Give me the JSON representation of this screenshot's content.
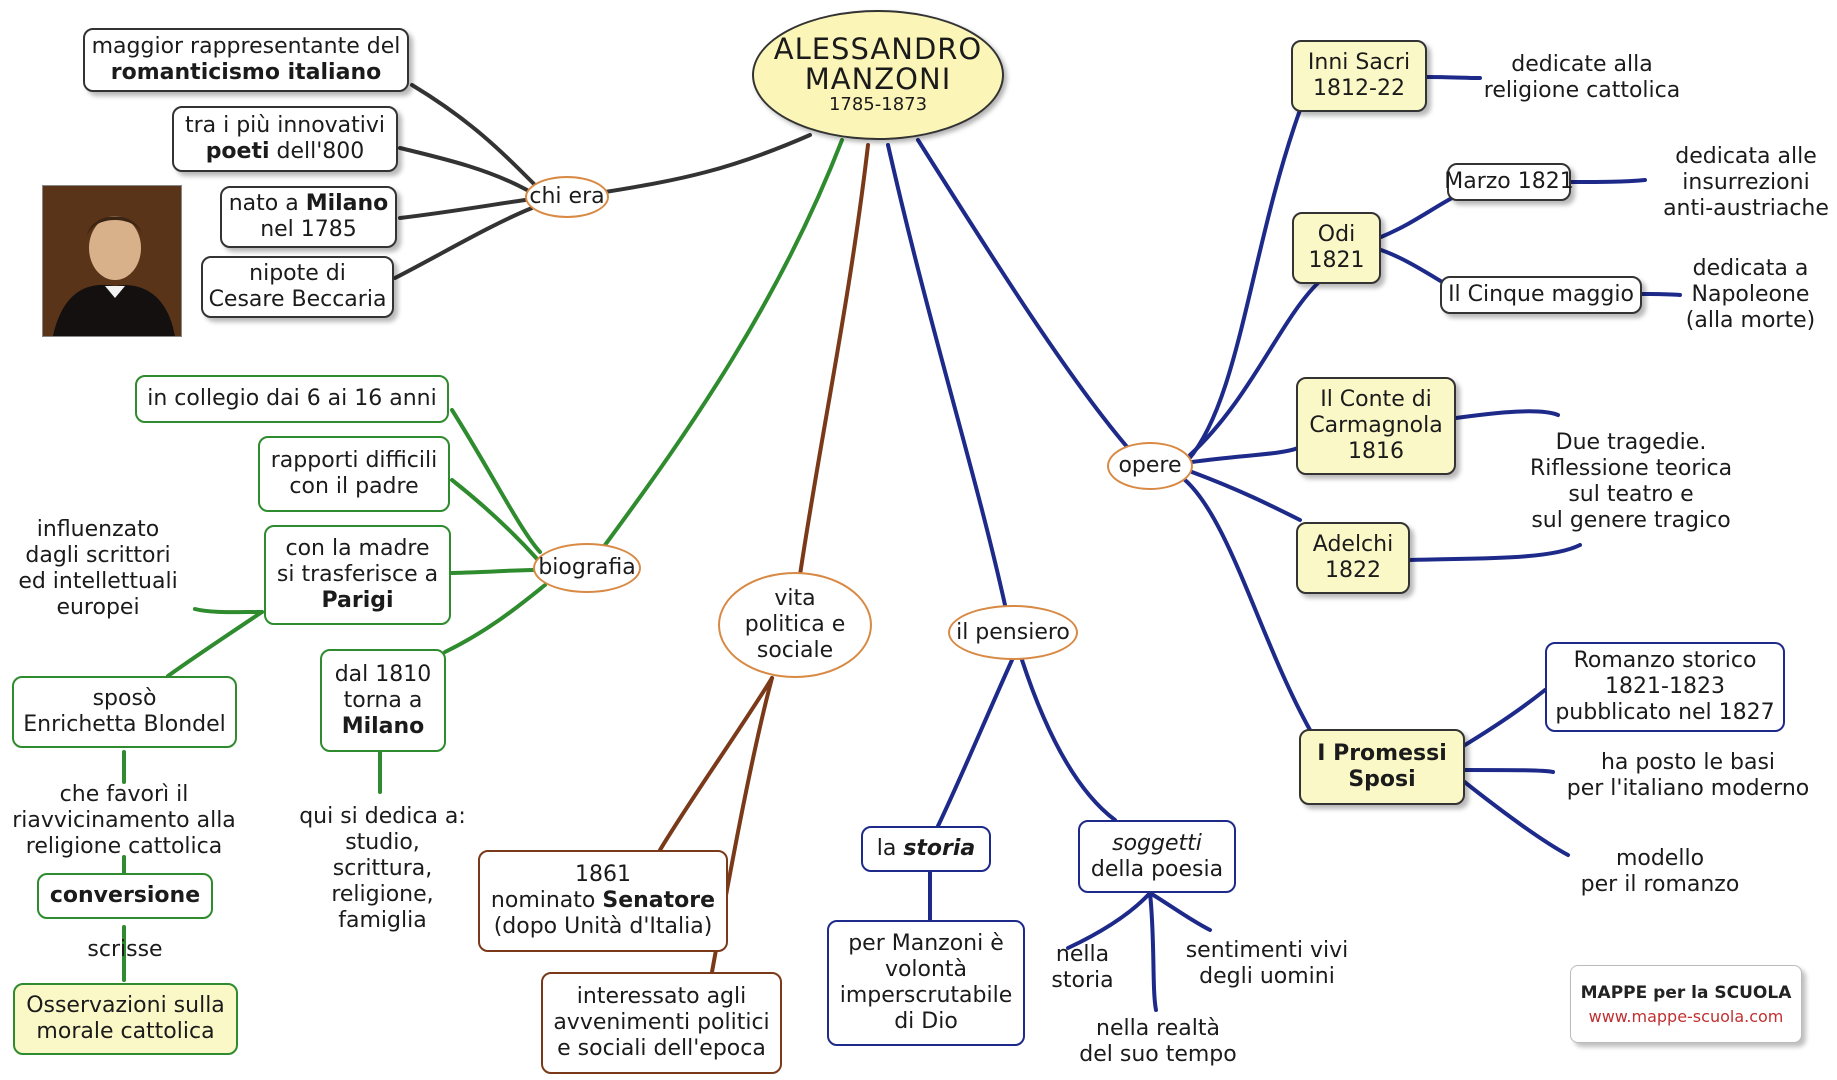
{
  "center": {
    "line1": "ALESSANDRO",
    "line2": "MANZONI",
    "years": "1785-1873"
  },
  "chi_era": {
    "label": "chi era",
    "items": {
      "rappresentante": {
        "l1": "maggior rappresentante del",
        "l2": "romanticismo italiano"
      },
      "innovativi": {
        "l1": "tra i più innovativi",
        "l2a": "poeti",
        "l2b": " dell'800"
      },
      "nato": {
        "l1a": "nato a ",
        "l1b": "Milano",
        "l2": "nel 1785"
      },
      "nipote": {
        "l1": "nipote di",
        "l2": "Cesare Beccaria"
      }
    }
  },
  "biografia": {
    "label": "biografia",
    "collegio": "in collegio dai 6 ai 16 anni",
    "rapporti": {
      "l1": "rapporti difficili",
      "l2": "con il padre"
    },
    "parigi": {
      "l1": "con la madre",
      "l2": "si trasferisce a",
      "l3": "Parigi"
    },
    "influenzato": {
      "l1": "influenzato",
      "l2": "dagli scrittori",
      "l3": "ed intellettuali",
      "l4": "europei"
    },
    "sposo": {
      "l1": "sposò",
      "l2": "Enrichetta Blondel"
    },
    "favori": {
      "l1": "che favorì il",
      "l2": "riavvicinamento alla",
      "l3": "religione cattolica"
    },
    "conversione": "conversione",
    "scrisse": "scrisse",
    "osservazioni": {
      "l1": "Osservazioni sulla",
      "l2": "morale cattolica"
    },
    "milano": {
      "l1": "dal 1810",
      "l2": "torna a",
      "l3": "Milano"
    },
    "dedica": {
      "l1": "qui si dedica a:",
      "l2": "studio,",
      "l3": "scrittura,",
      "l4": "religione,",
      "l5": "famiglia"
    }
  },
  "vita": {
    "label": {
      "l1": "vita",
      "l2": "politica e",
      "l3": "sociale"
    },
    "senatore": {
      "l1": "1861",
      "l2a": "nominato ",
      "l2b": "Senatore",
      "l3": "(dopo Unità d'Italia)"
    },
    "interessato": {
      "l1": "interessato agli",
      "l2": "avvenimenti politici",
      "l3": "e sociali dell'epoca"
    }
  },
  "pensiero": {
    "label": "il pensiero",
    "storia": {
      "a": "la ",
      "b": "storia"
    },
    "volonta": {
      "l1": "per Manzoni è",
      "l2": "volontà",
      "l3": "imperscrutabile",
      "l4": "di Dio"
    },
    "soggetti": {
      "l1": "soggetti",
      "l2": "della poesia"
    },
    "nella_storia": {
      "l1": "nella",
      "l2": "storia"
    },
    "sentimenti": {
      "l1": "sentimenti vivi",
      "l2": "degli uomini"
    },
    "realta": {
      "l1": "nella realtà",
      "l2": "del suo tempo"
    }
  },
  "opere": {
    "label": "opere",
    "inni": {
      "l1": "Inni Sacri",
      "l2": "1812-22"
    },
    "inni_desc": {
      "l1": "dedicate alla",
      "l2": "religione cattolica"
    },
    "odi": {
      "l1": "Odi",
      "l2": "1821"
    },
    "marzo": "Marzo 1821",
    "marzo_desc": {
      "l1": "dedicata alle",
      "l2": "insurrezioni",
      "l3": "anti-austriache"
    },
    "cinque": "Il Cinque maggio",
    "cinque_desc": {
      "l1": "dedicata a",
      "l2": "Napoleone",
      "l3": "(alla morte)"
    },
    "conte": {
      "l1": "Il Conte di",
      "l2": "Carmagnola",
      "l3": "1816"
    },
    "adelchi": {
      "l1": "Adelchi",
      "l2": "1822"
    },
    "tragedie": {
      "l1": "Due tragedie.",
      "l2": "Riflessione teorica",
      "l3": "sul teatro e",
      "l4": "sul genere tragico"
    },
    "promessi": {
      "l1": "I Promessi",
      "l2": "Sposi"
    },
    "romanzo": {
      "l1": "Romanzo storico",
      "l2": "1821-1823",
      "l3": "pubblicato nel 1827"
    },
    "basi": {
      "l1": "ha posto le basi",
      "l2": "per l'italiano moderno"
    },
    "modello": {
      "l1": "modello",
      "l2": "per il romanzo"
    }
  },
  "logo": {
    "l1": "MAPPE per la SCUOLA",
    "l2": "www.mappe-scuola.com"
  },
  "colors": {
    "chi_era": "#333333",
    "biografia": "#2e8b2e",
    "vita": "#7a3a1a",
    "pensiero": "#1d2a8a",
    "opere": "#1d2a8a",
    "center_fill": "#fbf6b8",
    "yellow_box": "#fbf8c8",
    "oval_border": "#d88a45"
  }
}
